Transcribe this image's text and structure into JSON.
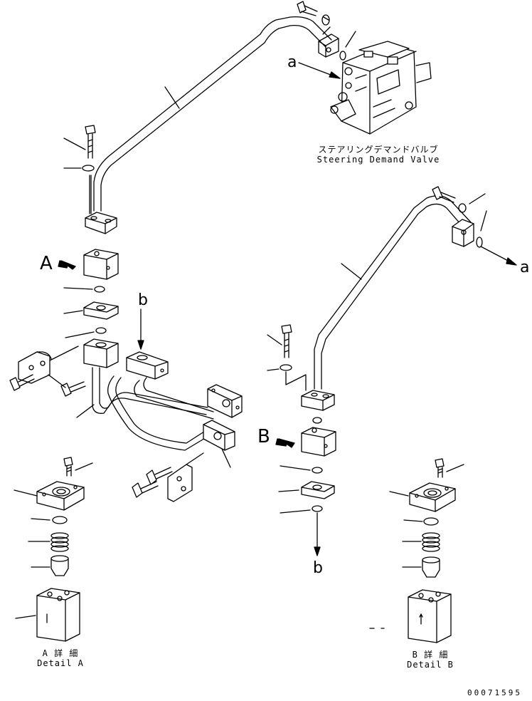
{
  "valve": {
    "name_jp": "ステアリングデマンドバルブ",
    "name_en": "Steering Demand Valve"
  },
  "details": {
    "a_jp": "A 詳 細",
    "a_en": "Detail A",
    "b_jp": "B 詳 細",
    "b_en": "Detail B"
  },
  "view_letters": {
    "A": "A",
    "B": "B",
    "a_top": "a",
    "a_right": "a",
    "b_top": "b",
    "b_bottom": "b"
  },
  "doc_number": "00071595"
}
